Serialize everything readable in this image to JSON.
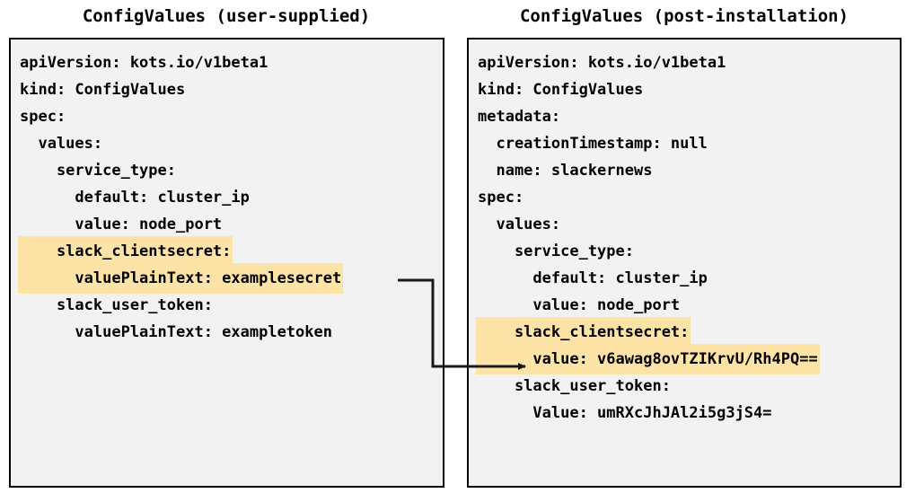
{
  "panels": [
    {
      "id": "user-supplied",
      "title": "ConfigValues (user-supplied)",
      "lines": [
        {
          "text": "apiVersion: kots.io/v1beta1",
          "highlight": false
        },
        {
          "text": "kind: ConfigValues",
          "highlight": false
        },
        {
          "text": "spec:",
          "highlight": false
        },
        {
          "text": "  values:",
          "highlight": false
        },
        {
          "text": "    service_type:",
          "highlight": false
        },
        {
          "text": "      default: cluster_ip",
          "highlight": false
        },
        {
          "text": "      value: node_port",
          "highlight": false
        },
        {
          "text": "    slack_clientsecret:",
          "highlight": true
        },
        {
          "text": "      valuePlainText: examplesecret",
          "highlight": true
        },
        {
          "text": "    slack_user_token:",
          "highlight": false
        },
        {
          "text": "      valuePlainText: exampletoken",
          "highlight": false
        }
      ]
    },
    {
      "id": "post-installation",
      "title": "ConfigValues (post-installation)",
      "lines": [
        {
          "text": "apiVersion: kots.io/v1beta1",
          "highlight": false
        },
        {
          "text": "kind: ConfigValues",
          "highlight": false
        },
        {
          "text": "metadata:",
          "highlight": false
        },
        {
          "text": "  creationTimestamp: null",
          "highlight": false
        },
        {
          "text": "  name: slackernews",
          "highlight": false
        },
        {
          "text": "spec:",
          "highlight": false
        },
        {
          "text": "  values:",
          "highlight": false
        },
        {
          "text": "    service_type:",
          "highlight": false
        },
        {
          "text": "      default: cluster_ip",
          "highlight": false
        },
        {
          "text": "      value: node_port",
          "highlight": false
        },
        {
          "text": "    slack_clientsecret:",
          "highlight": true
        },
        {
          "text": "      value: v6awag8ovTZIKrvU/Rh4PQ==",
          "highlight": true
        },
        {
          "text": "    slack_user_token:",
          "highlight": false
        },
        {
          "text": "      Value: umRXcJhJAl2i5g3jS4=",
          "highlight": false
        }
      ]
    }
  ],
  "connector": {
    "label": "arrow-from-examplesecret-to-encrypted-value",
    "color": "#1a1a1a"
  },
  "colors": {
    "highlight": "#fde3a6",
    "box_background": "#f2f2f2",
    "box_border": "#000000",
    "text": "#000000"
  }
}
